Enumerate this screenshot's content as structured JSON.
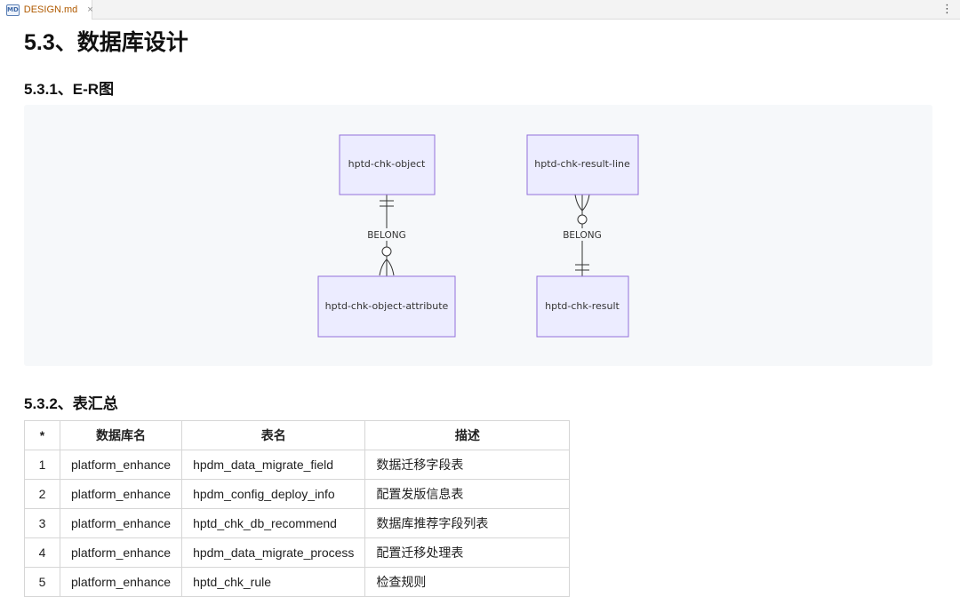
{
  "tab": {
    "label": "DESIGN.md",
    "icon": "markdown-file-icon",
    "close_glyph": "×"
  },
  "menu_glyph": "⋮",
  "heading_main": "5.3、数据库设计",
  "heading_er": "5.3.1、E-R图",
  "heading_summary": "5.3.2、表汇总",
  "er": {
    "entities": {
      "object": "hptd-chk-object",
      "result_line": "hptd-chk-result-line",
      "object_attribute": "hptd-chk-object-attribute",
      "result": "hptd-chk-result"
    },
    "relationships": [
      {
        "label": "BELONG",
        "from": "hptd-chk-object",
        "to": "hptd-chk-object-attribute",
        "from_card": "exactly-one",
        "to_card": "zero-or-more"
      },
      {
        "label": "BELONG",
        "from": "hptd-chk-result-line",
        "to": "hptd-chk-result",
        "from_card": "zero-or-more",
        "to_card": "exactly-one"
      }
    ],
    "colors": {
      "entity_fill": "#ECECFF",
      "entity_stroke": "#9370DB",
      "line": "#333333",
      "background": "#F6F8FA"
    }
  },
  "table": {
    "headers": [
      "*",
      "数据库名",
      "表名",
      "描述"
    ],
    "rows": [
      [
        "1",
        "platform_enhance",
        "hpdm_data_migrate_field",
        "数据迁移字段表"
      ],
      [
        "2",
        "platform_enhance",
        "hpdm_config_deploy_info",
        "配置发版信息表"
      ],
      [
        "3",
        "platform_enhance",
        "hptd_chk_db_recommend",
        "数据库推荐字段列表"
      ],
      [
        "4",
        "platform_enhance",
        "hpdm_data_migrate_process",
        "配置迁移处理表"
      ],
      [
        "5",
        "platform_enhance",
        "hptd_chk_rule",
        "检查规则"
      ]
    ]
  }
}
